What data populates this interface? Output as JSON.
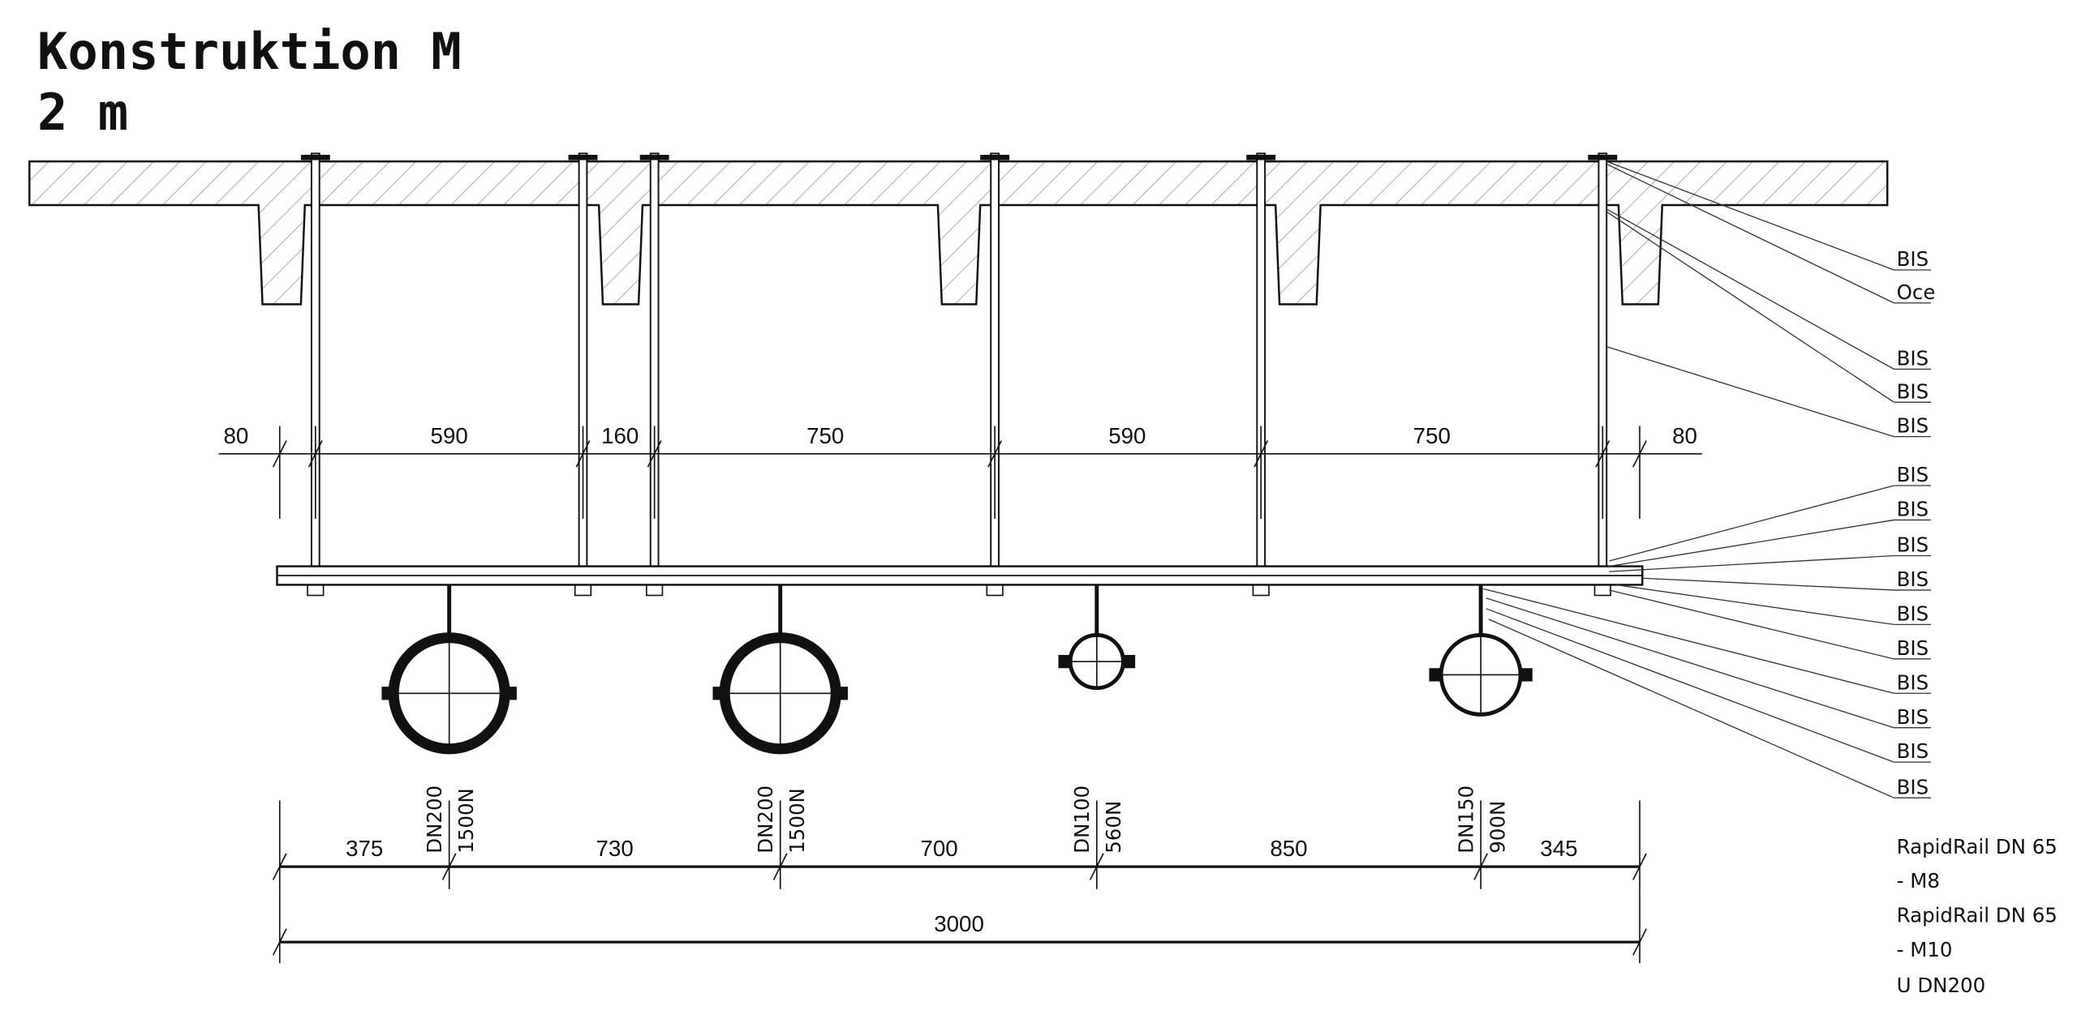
{
  "title": {
    "line1": "Konstruktion M",
    "line2": "2 m"
  },
  "top_dimensions": [
    "80",
    "590",
    "160",
    "750",
    "590",
    "750",
    "80"
  ],
  "bottom_dimensions": [
    "375",
    "730",
    "700",
    "850",
    "345"
  ],
  "total_dimension": "3000",
  "pipes": [
    {
      "dn": "DN200",
      "load": "1500N"
    },
    {
      "dn": "DN200",
      "load": "1500N"
    },
    {
      "dn": "DN100",
      "load": "560N"
    },
    {
      "dn": "DN150",
      "load": "900N"
    }
  ],
  "callouts": [
    "BIS",
    "Oce",
    "BIS",
    "BIS",
    "BIS",
    "BIS",
    "BIS",
    "BIS",
    "BIS",
    "BIS",
    "BIS",
    "BIS",
    "BIS",
    "BIS",
    "BIS"
  ],
  "legend": [
    "RapidRail DN 65",
    "- M8",
    "RapidRail DN 65",
    "- M10",
    "U DN200"
  ]
}
